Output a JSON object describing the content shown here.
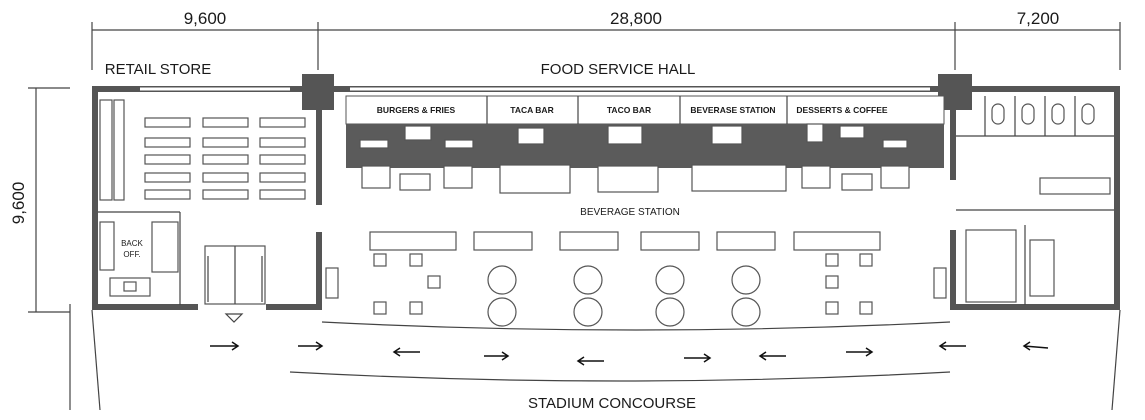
{
  "dimensions": {
    "top_left": "9,600",
    "top_middle": "28,800",
    "top_right": "7,200",
    "left_side": "9,600"
  },
  "rooms": {
    "retail_store": "RETAIL STORE",
    "food_service_hall": "FOOD SERVICE HALL",
    "back_office": "BACK\nOFF.",
    "seating_label": "BEVERAGE STATION",
    "concourse": "STADIUM CONCOURSE"
  },
  "stations": [
    {
      "label": "BURGERS & FRIES"
    },
    {
      "label": "TACA BAR"
    },
    {
      "label": "TACO BAR"
    },
    {
      "label": "BEVERASE STATION"
    },
    {
      "label": "DESSERTS & COFFEE"
    }
  ],
  "back_office_lines": [
    "BACK",
    "OFF."
  ],
  "colors": {
    "wall": "#555555",
    "counter_dark": "#5b5b5b",
    "line": "#444444"
  }
}
